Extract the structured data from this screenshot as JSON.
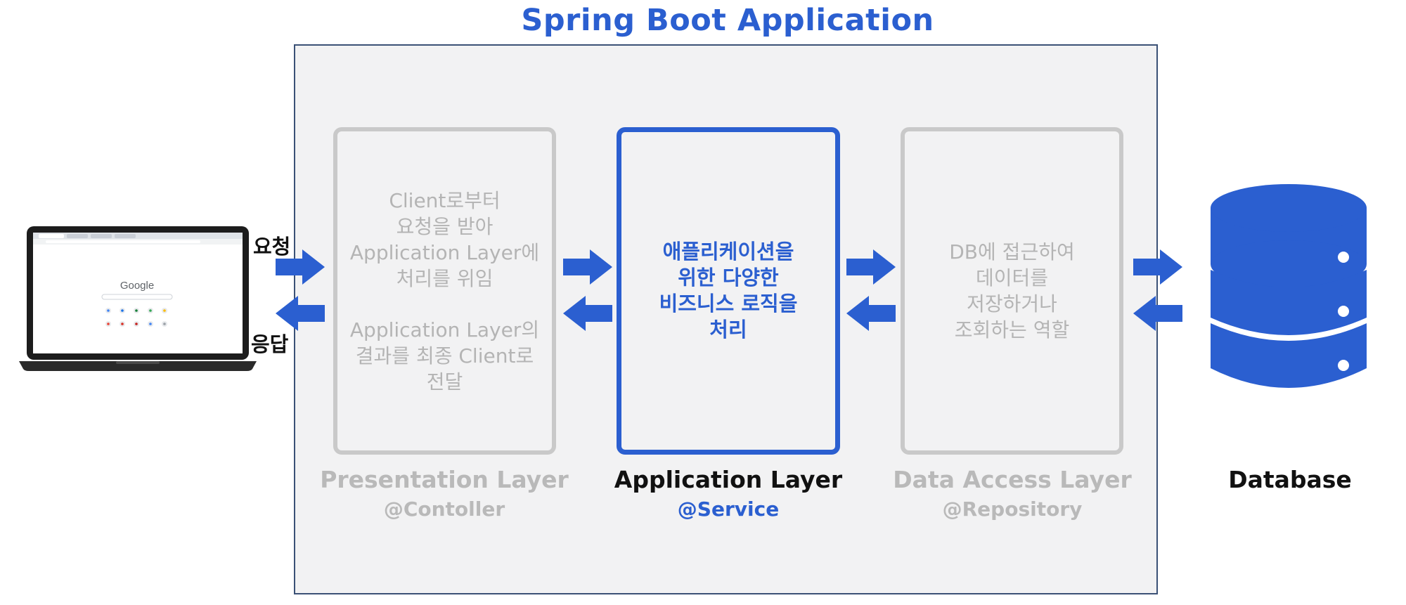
{
  "title": "Spring Boot Application",
  "client": {
    "request_label": "요청",
    "response_label": "응답",
    "browser_logo": "Google"
  },
  "layers": [
    {
      "name": "Presentation Layer",
      "annotation": "@Contoller",
      "state": "inactive",
      "descriptions": [
        "Client로부터\n요청을 받아\nApplication Layer에\n처리를 위임",
        "Application Layer의\n결과를 최종 Client로\n전달"
      ]
    },
    {
      "name": "Application Layer",
      "annotation": "@Service",
      "state": "highlighted",
      "descriptions": [
        "애플리케이션을\n위한 다양한\n비즈니스 로직을\n처리"
      ]
    },
    {
      "name": "Data Access Layer",
      "annotation": "@Repository",
      "state": "inactive",
      "descriptions": [
        "DB에 접근하여\n데이터를\n저장하거나\n조회하는 역할"
      ]
    }
  ],
  "database": {
    "label": "Database",
    "icon": "database-cylinder-icon"
  },
  "colors": {
    "accent": "#2b5fd0",
    "inactive_border": "#c9c9c9",
    "inactive_text": "#b4b4b4",
    "frame_background": "#f2f2f3",
    "frame_border": "#3b5176"
  }
}
